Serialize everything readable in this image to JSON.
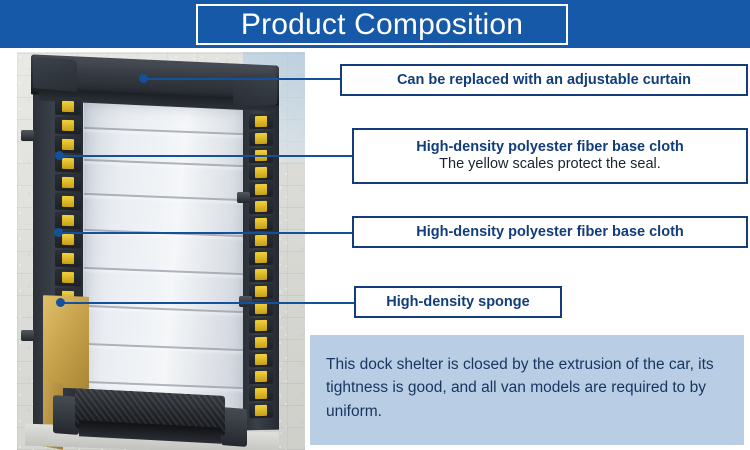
{
  "header": {
    "title": "Product Composition",
    "background_color": "#1659a8",
    "border_color": "#ffffff",
    "text_color": "#ffffff"
  },
  "photo": {
    "alt_name": "dock-shelter-product-photo",
    "accent_colors": {
      "frame": "#2b3037",
      "scales": "#e6c62f",
      "sponge": "#c9a44e",
      "door": "#e9edf2"
    }
  },
  "callouts": [
    {
      "id": "callout-1",
      "main": "Can be replaced with an adjustable curtain",
      "sub": ""
    },
    {
      "id": "callout-2",
      "main": "High-density polyester fiber base cloth",
      "sub": "The yellow scales protect the seal."
    },
    {
      "id": "callout-3",
      "main": "High-density polyester fiber base cloth",
      "sub": ""
    },
    {
      "id": "callout-4",
      "main": "High-density sponge",
      "sub": ""
    }
  ],
  "description": {
    "text": "This dock shelter is closed by the extrusion of the car, its tightness is good, and all van models are required to by uniform.",
    "background_color": "#b9cde5",
    "text_color": "#17355e"
  },
  "connector_color": "#15509a"
}
